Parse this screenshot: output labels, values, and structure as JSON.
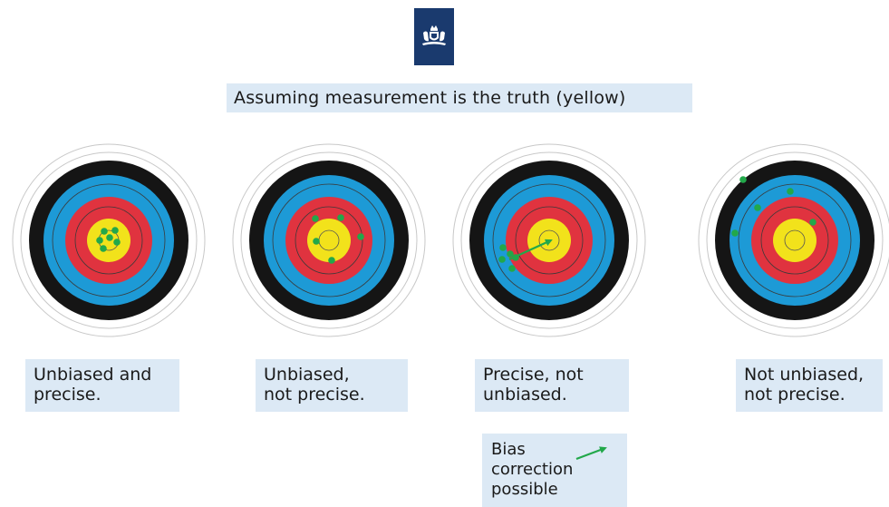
{
  "title": "Assuming measurement is the truth (yellow)",
  "logo": "royal-coat-of-arms-logo",
  "colors": {
    "gold": "#f2e21b",
    "red": "#e0333f",
    "blue": "#1d9ad6",
    "black": "#151515",
    "white": "#ffffff",
    "shot": "#22a84a",
    "label_bg": "#dce9f5",
    "logo_bg": "#1a3a6e"
  },
  "targets": [
    {
      "caption_line1": "Unbiased and",
      "caption_line2": "precise."
    },
    {
      "caption_line1": "Unbiased,",
      "caption_line2": "not precise."
    },
    {
      "caption_line1": "Precise, not",
      "caption_line2": "unbiased."
    },
    {
      "caption_line1": "Not unbiased,",
      "caption_line2": "not precise."
    }
  ],
  "note": {
    "line1": "Bias",
    "line2": "correction",
    "line3": "possible",
    "arrow_icon": "green-arrow-icon"
  }
}
